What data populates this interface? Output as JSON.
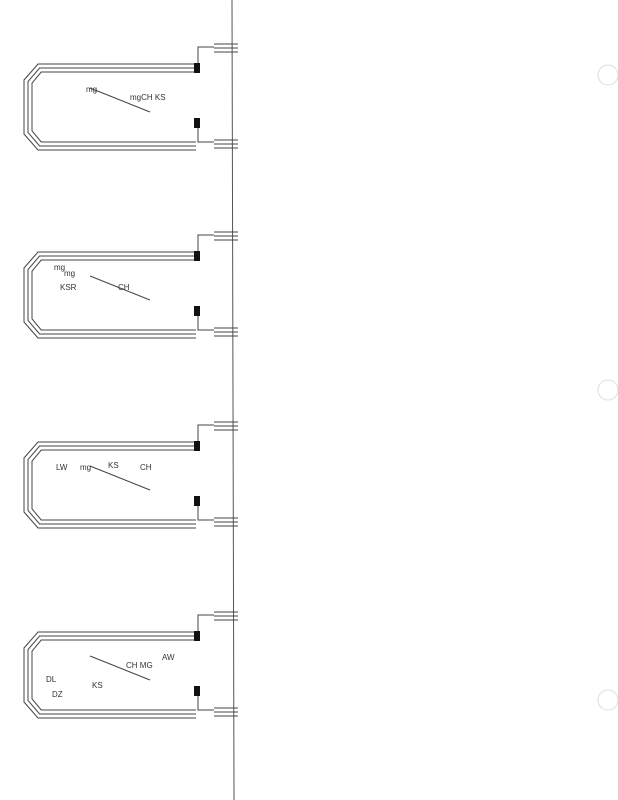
{
  "diagrams": [
    {
      "annotations": [
        "mg",
        "mgCH KS"
      ]
    },
    {
      "annotations": [
        "mg",
        "mg",
        "KSR",
        "CH"
      ]
    },
    {
      "annotations": [
        "LW",
        "mg",
        "KS",
        "CH"
      ]
    },
    {
      "annotations": [
        "CH MG",
        "AW",
        "DL",
        "DZ",
        "KS"
      ]
    }
  ],
  "colors": {
    "ink": "#333333",
    "paper": "#ffffff"
  }
}
